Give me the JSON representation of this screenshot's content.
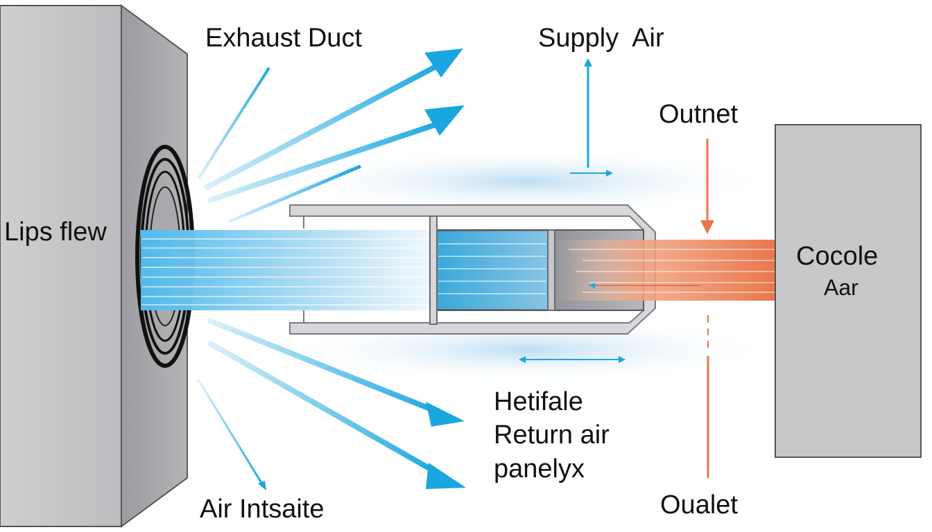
{
  "labels": {
    "exhaust_duct": "Exhaust Duct",
    "supply_air": "Supply  Air",
    "outnet": "Outnet",
    "lips_flew": "Lips flew",
    "cocole": "Cocole",
    "aar": "Aar",
    "hetifale": "Hetifale",
    "return_air": "Return air",
    "panelyx": "panelyx",
    "air_intake": "Air Intsaite",
    "oualet": "Oualet"
  },
  "colors": {
    "wall_front": "#c9c9cb",
    "wall_side": "#a9a9ac",
    "box_fill": "#c8c8ca",
    "duct_stroke": "#7a7a80",
    "cool_air": "#1aa6df",
    "warm_air": "#e9764a",
    "ring_dark": "#111111"
  }
}
